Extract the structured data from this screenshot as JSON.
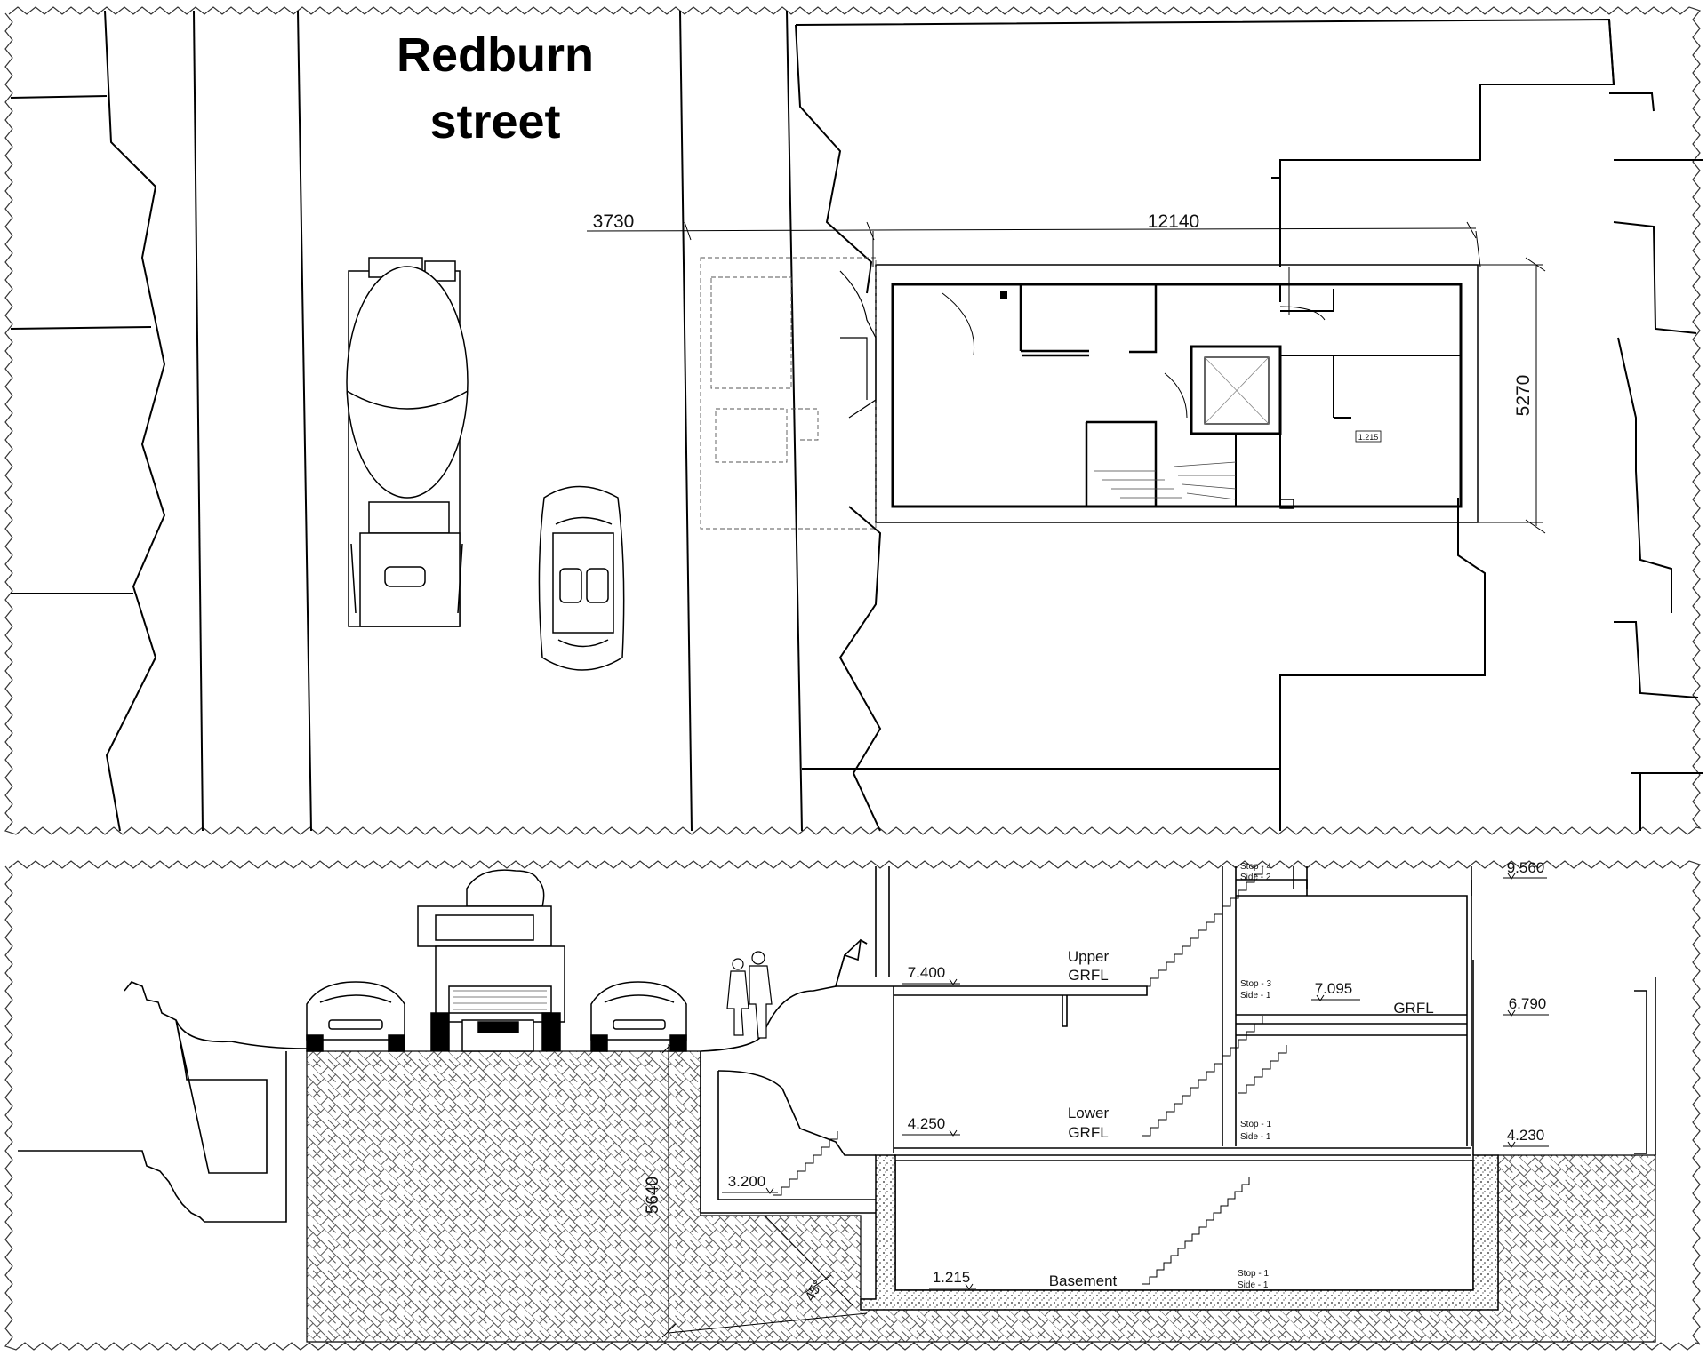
{
  "plan": {
    "street_title_line1": "Redburn",
    "street_title_line2": "street",
    "dim_setback": "3730",
    "dim_length": "12140",
    "dim_width": "5270",
    "room_level_tag": "1.215"
  },
  "section": {
    "levels": {
      "upper_garden": "7.400",
      "lower_garden": "4.250",
      "lightwell": "3.200",
      "basement": "1.215",
      "top": "9.560",
      "rear_upper": "7.095",
      "rear_right": "6.790",
      "rear_lower": "4.230"
    },
    "floor_labels": {
      "upper_line1": "Upper",
      "upper_line2": "GRFL",
      "lower_line1": "Lower",
      "lower_line2": "GRFL",
      "grfl": "GRFL",
      "basement": "Basement"
    },
    "dim_depth": "5640",
    "angle_tag": "45°",
    "stair_notes": {
      "top_a": "Stop - 4",
      "top_b": "Side - 2",
      "mid_a": "Stop - 3",
      "mid_b": "Side - 1",
      "low_a": "Stop - 1",
      "low_b": "Side - 1",
      "base_a": "Stop - 1",
      "base_b": "Side - 1"
    }
  }
}
